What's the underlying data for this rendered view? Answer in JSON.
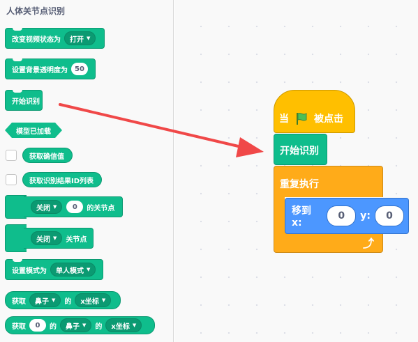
{
  "palette": {
    "category_title": "人体关节点识别",
    "blocks": {
      "b1": {
        "label": "改变视频状态为",
        "dropdown": "打开"
      },
      "b2": {
        "label": "设置背景透明度为",
        "value": "50"
      },
      "b3": {
        "label": "开始识别"
      },
      "b4": {
        "label": "模型已加载"
      },
      "b5": {
        "label": "获取确信值"
      },
      "b6": {
        "label": "获取识别结果ID列表"
      },
      "b7": {
        "dropdown": "关闭",
        "value": "0",
        "suffix": "的关节点"
      },
      "b8": {
        "dropdown": "关闭",
        "suffix": "关节点"
      },
      "b9": {
        "label": "设置模式为",
        "dropdown": "单人模式"
      },
      "b10": {
        "prefix": "获取",
        "dropdown1": "鼻子",
        "mid": "的",
        "dropdown2": "x坐标"
      },
      "b11": {
        "prefix": "获取",
        "value": "0",
        "mid1": "的",
        "dropdown1": "鼻子",
        "mid2": "的",
        "dropdown2": "x坐标"
      }
    }
  },
  "script": {
    "hat": {
      "prefix": "当",
      "suffix": "被点击"
    },
    "start": {
      "label": "开始识别"
    },
    "repeat": {
      "label": "重复执行"
    },
    "motion": {
      "label": "移到 x:",
      "x": "0",
      "y_label": "y:",
      "y": "0"
    }
  },
  "colors": {
    "events": "#ffbf00",
    "control": "#ffab19",
    "motion": "#4c97ff",
    "extension": "#0fbd8c",
    "arrow": "#f04848"
  },
  "icons": {
    "flag": "green-flag-icon",
    "loop": "loop-arrow-icon",
    "arrow": "red-arrow"
  }
}
